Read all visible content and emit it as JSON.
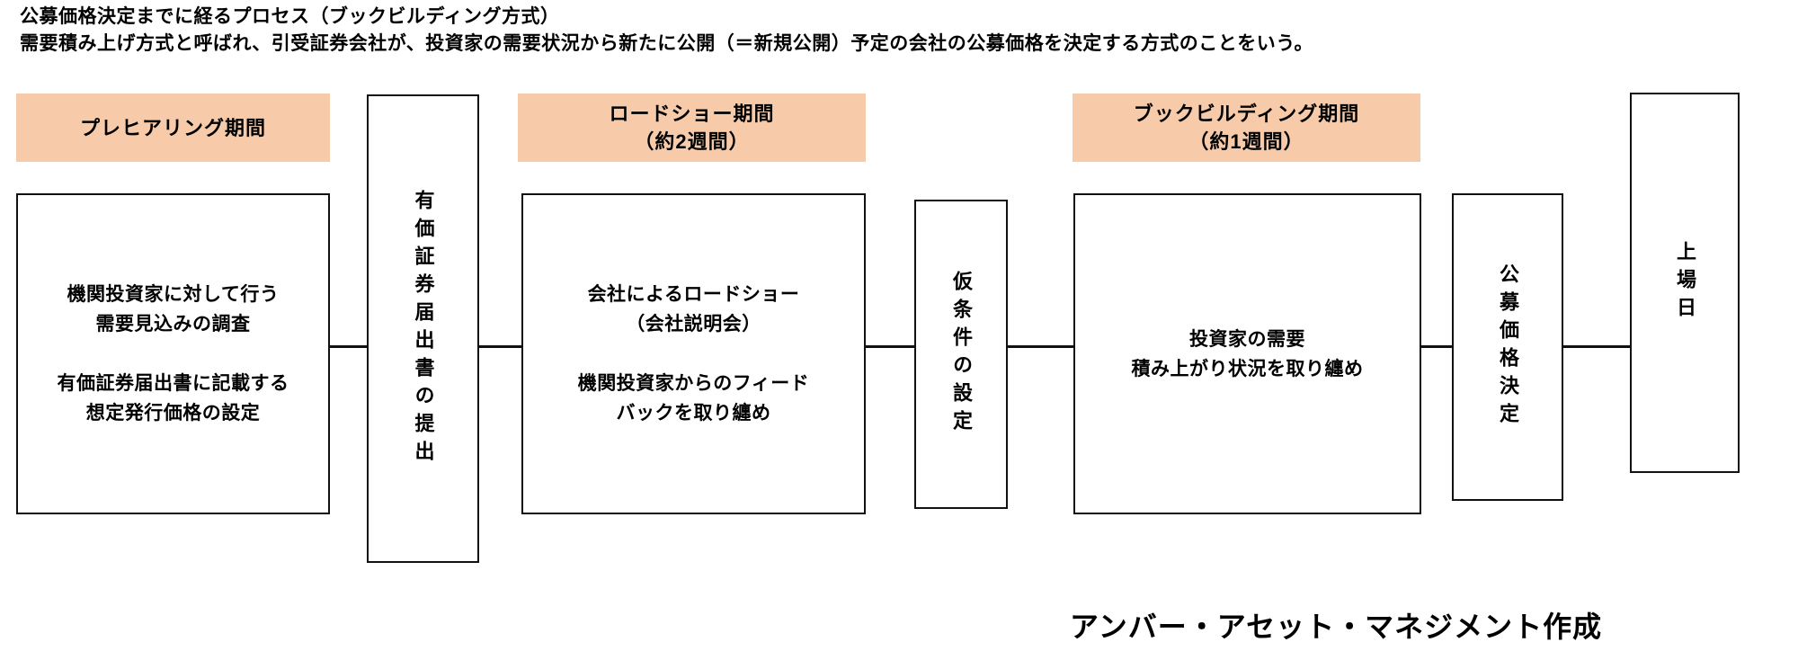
{
  "header": {
    "line1": "公募価格決定までに経るプロセス（ブックビルディング方式）",
    "line2": "需要積み上げ方式と呼ばれ、引受証券会社が、投資家の需要状況から新たに公開（＝新規公開）予定の会社の公募価格を決定する方式のことをいう。"
  },
  "colors": {
    "banner_fill": "#F7CBAA",
    "box_border": "#111111",
    "text": "#000000",
    "background": "#FFFFFF"
  },
  "banners": [
    {
      "id": "pre-hearing",
      "line1": "プレヒアリング期間",
      "line2": ""
    },
    {
      "id": "road-show",
      "line1": "ロードショー期間",
      "line2": "（約2週間）"
    },
    {
      "id": "book-building",
      "line1": "ブックビルディング期間",
      "line2": "（約1週間）"
    }
  ],
  "steps": [
    {
      "id": "pre-hearing-detail",
      "orientation": "horizontal",
      "lines": [
        "機関投資家に対して行う",
        "需要見込みの調査",
        "",
        "有価証券届出書に記載する",
        "想定発行価格の設定"
      ]
    },
    {
      "id": "securities-filing",
      "orientation": "vertical",
      "text": "有価証券届出書の提出"
    },
    {
      "id": "road-show-detail",
      "orientation": "horizontal",
      "lines": [
        "会社によるロードショー",
        "（会社説明会）",
        "",
        "機関投資家からのフィード",
        "バックを取り纏め"
      ]
    },
    {
      "id": "tentative-conditions",
      "orientation": "vertical",
      "text": "仮条件の設定"
    },
    {
      "id": "book-building-detail",
      "orientation": "horizontal",
      "lines": [
        "投資家の需要",
        "積み上がり状況を取り纏め"
      ]
    },
    {
      "id": "offer-price-decision",
      "orientation": "vertical",
      "text": "公募価格決定"
    },
    {
      "id": "listing-day",
      "orientation": "vertical",
      "text": "上場日"
    }
  ],
  "credit": "アンバー・アセット・マネジメント作成"
}
